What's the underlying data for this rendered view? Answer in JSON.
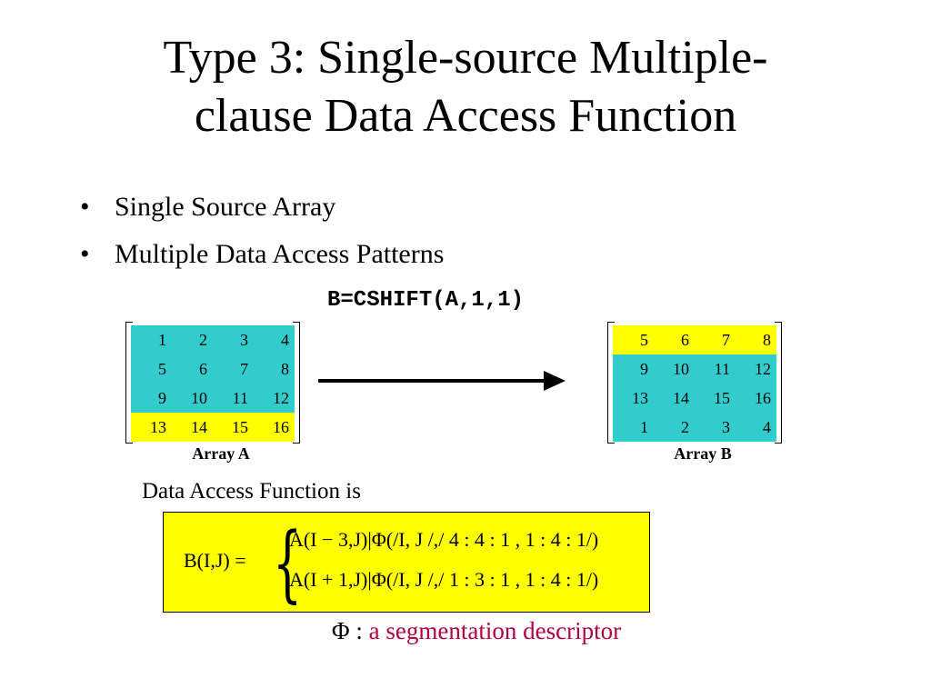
{
  "slide": {
    "title_line1": "Type 3: Single-source Multiple-",
    "title_line2": "clause Data Access Function",
    "bullets": [
      "Single Source Array",
      "Multiple Data Access Patterns"
    ],
    "code": "B=CSHIFT(A,1,1)",
    "array_a": {
      "caption": "Array A",
      "rows": [
        [
          "1",
          "2",
          "3",
          "4"
        ],
        [
          "5",
          "6",
          "7",
          "8"
        ],
        [
          "9",
          "10",
          "11",
          "12"
        ],
        [
          "13",
          "14",
          "15",
          "16"
        ]
      ],
      "row_colors": [
        "#33cccc",
        "#33cccc",
        "#33cccc",
        "#ffff00"
      ]
    },
    "array_b": {
      "caption": "Array B",
      "rows": [
        [
          "5",
          "6",
          "7",
          "8"
        ],
        [
          "9",
          "10",
          "11",
          "12"
        ],
        [
          "13",
          "14",
          "15",
          "16"
        ],
        [
          "1",
          "2",
          "3",
          "4"
        ]
      ],
      "row_colors": [
        "#ffff00",
        "#33cccc",
        "#33cccc",
        "#33cccc"
      ]
    },
    "dafn_label": "Data Access Function is",
    "formula": {
      "lhs": "B(I,J) =",
      "row1": "A(I − 3,J)|Φ(/I, J /,/ 4 : 4 : 1 , 1 : 4 : 1/)",
      "row2": "A(I + 1,J)|Φ(/I, J /,/ 1 : 3 : 1 , 1 : 4 : 1/)"
    },
    "descriptor_symbol": "Φ :",
    "descriptor_text": "a segmentation descriptor",
    "colors": {
      "cyan": "#33cccc",
      "yellow": "#ffff00",
      "descriptor_red": "#b3003a"
    }
  }
}
